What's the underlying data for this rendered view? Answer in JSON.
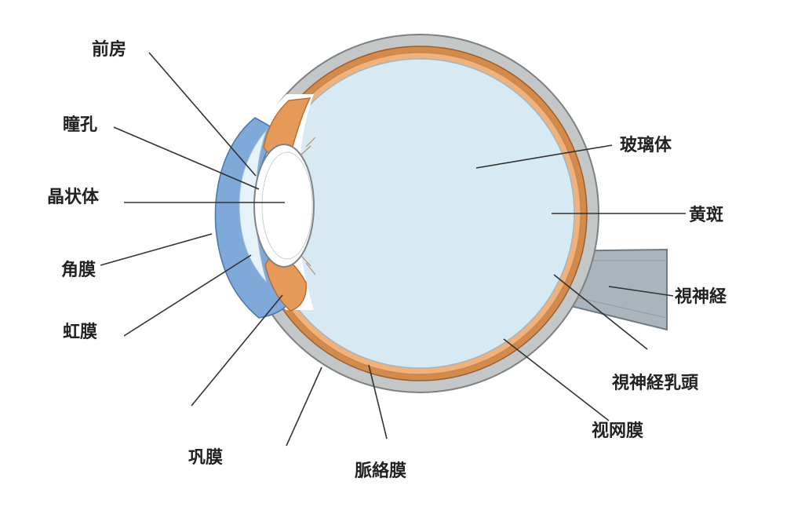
{
  "labels": {
    "anterior_chamber": "前房",
    "pupil": "瞳孔",
    "lens": "晶状体",
    "cornea": "角膜",
    "iris": "虹膜",
    "sclera": "巩膜",
    "choroid": "脈絡膜",
    "retina": "视网膜",
    "optic_disc": "視神経乳頭",
    "optic_nerve": "視神経",
    "macula": "黄斑",
    "vitreous": "玻璃体"
  },
  "colors": {
    "sclera": "#c4c7c8",
    "choroid": "#d28b4a",
    "retina": "#f0b27a",
    "vitreous": "#d7e9f3",
    "cornea_iris": "#7ea9d8",
    "nerve": "#a9b4bb",
    "ciliary": "#e69a5a",
    "line": "#333333"
  }
}
